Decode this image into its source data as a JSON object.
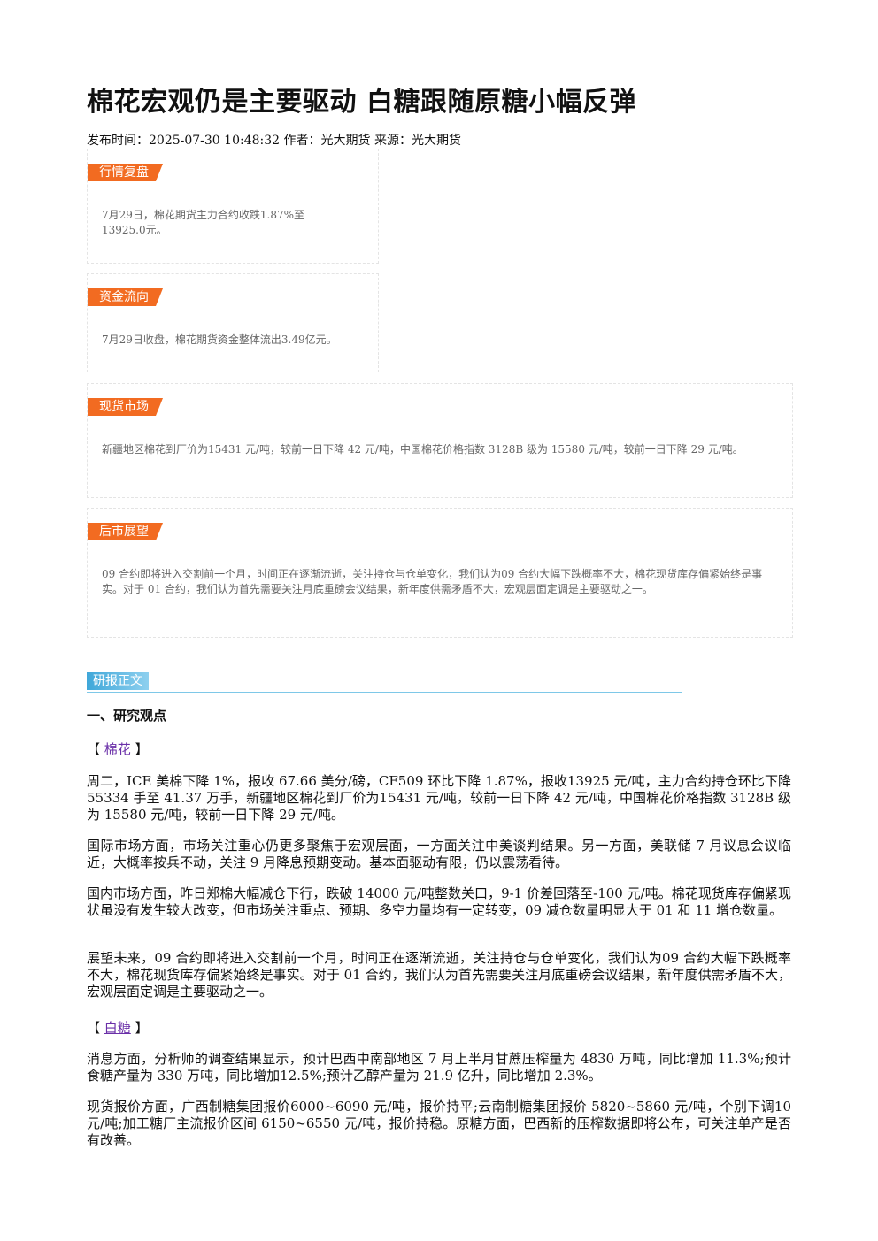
{
  "title": "棉花宏观仍是主要驱动 白糖跟随原糖小幅反弹",
  "meta": "发布时间：2025-07-30 10:48:32 作者：光大期货 来源：光大期货",
  "cards": [
    {
      "tag": "行情复盘",
      "text": "7月29日，棉花期货主力合约收跌1.87%至13925.0元。"
    },
    {
      "tag": "资金流向",
      "text": "7月29日收盘，棉花期货资金整体流出3.49亿元。"
    },
    {
      "tag": "现货市场",
      "text": "新疆地区棉花到厂价为15431 元/吨，较前一日下降 42 元/吨，中国棉花价格指数 3128B 级为 15580 元/吨，较前一日下降 29 元/吨。"
    },
    {
      "tag": "后市展望",
      "text": "09 合约即将进入交割前一个月，时间正在逐渐流逝，关注持仓与仓单变化，我们认为09 合约大幅下跌概率不大，棉花现货库存偏紧始终是事实。对于 01 合约，我们认为首先需要关注月底重磅会议结果，新年度供需矛盾不大，宏观层面定调是主要驱动之一。"
    }
  ],
  "section_bar": "研报正文",
  "heading": "一、研究观点",
  "cotton": {
    "bracket_open": "【",
    "label": "棉花",
    "bracket_close": "】",
    "paragraphs": [
      "周二，ICE 美棉下降 1%，报收 67.66 美分/磅，CF509 环比下降 1.87%，报收13925 元/吨，主力合约持仓环比下降 55334 手至 41.37 万手，新疆地区棉花到厂价为15431 元/吨，较前一日下降 42 元/吨，中国棉花价格指数 3128B 级为 15580 元/吨，较前一日下降 29 元/吨。",
      "国际市场方面，市场关注重心仍更多聚焦于宏观层面，一方面关注中美谈判结果。另一方面，美联储 7 月议息会议临近，大概率按兵不动，关注 9 月降息预期变动。基本面驱动有限，仍以震荡看待。",
      "国内市场方面，昨日郑棉大幅减仓下行，跌破 14000 元/吨整数关口，9-1 价差回落至-100 元/吨。棉花现货库存偏紧现状虽没有发生较大改变，但市场关注重点、预期、多空力量均有一定转变，09 减仓数量明显大于 01 和 11 增仓数量。",
      "展望未来，09 合约即将进入交割前一个月，时间正在逐渐流逝，关注持仓与仓单变化，我们认为09 合约大幅下跌概率不大，棉花现货库存偏紧始终是事实。对于 01 合约，我们认为首先需要关注月底重磅会议结果，新年度供需矛盾不大，宏观层面定调是主要驱动之一。"
    ]
  },
  "sugar": {
    "bracket_open": "【",
    "label": "白糖",
    "bracket_close": "】",
    "paragraphs": [
      "消息方面，分析师的调查结果显示，预计巴西中南部地区 7 月上半月甘蔗压榨量为 4830 万吨，同比增加 11.3%;预计食糖产量为 330 万吨，同比增加12.5%;预计乙醇产量为 21.9 亿升，同比增加 2.3%。",
      "现货报价方面，广西制糖集团报价6000~6090 元/吨，报价持平;云南制糖集团报价 5820~5860 元/吨，个别下调10 元/吨;加工糖厂主流报价区间 6150~6550 元/吨，报价持稳。原糖方面，巴西新的压榨数据即将公布，可关注单产是否有改善。"
    ]
  }
}
